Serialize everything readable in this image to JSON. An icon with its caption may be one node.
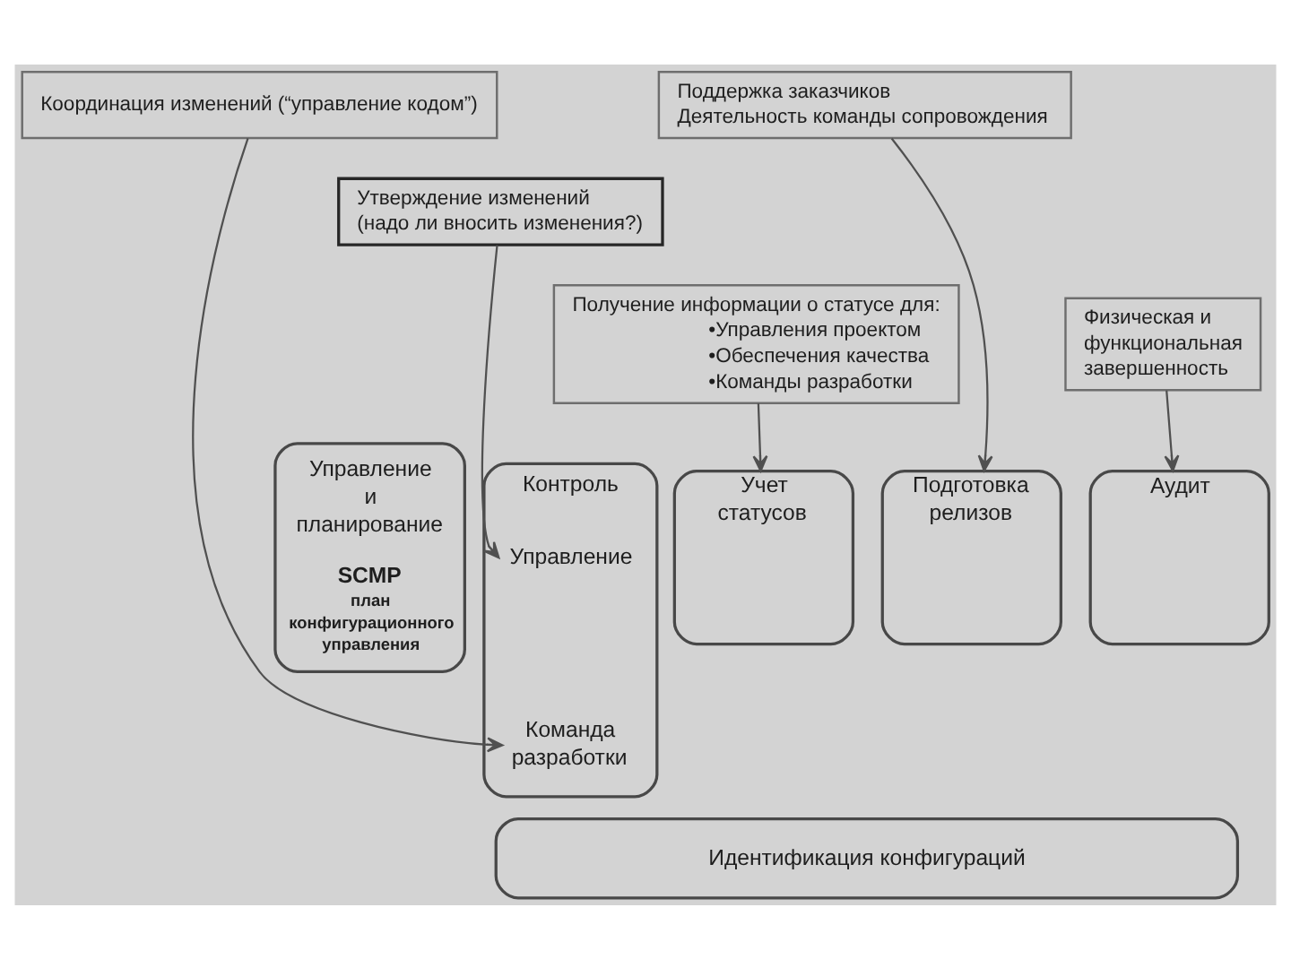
{
  "diagram": {
    "nodes": [
      {
        "text": [
          "Координация изменений (“управление кодом”)"
        ]
      },
      {
        "text": [
          "Утверждение изменений",
          "(надо ли вносить изменения?)"
        ]
      },
      {
        "text": [
          "Получение информации о статусе для:",
          "•Управления проектом",
          "•Обеспечения качества",
          "•Команды разработки"
        ]
      },
      {
        "text": [
          "Поддержка заказчиков",
          "Деятельность команды сопровождения"
        ]
      },
      {
        "text": [
          "Физическая и функциональная завершенность"
        ]
      },
      {
        "text": [
          "Управление и планирование",
          "SCMP",
          "план конфигурационного управления"
        ]
      },
      {
        "text": [
          "Контроль"
        ]
      },
      {
        "text": [
          "Управление"
        ],
        "in": 6
      },
      {
        "text": [
          "Команда разработки"
        ],
        "in": 6
      },
      {
        "text": [
          "Учет статусов"
        ]
      },
      {
        "text": [
          "Подготовка релизов"
        ]
      },
      {
        "text": [
          "Аудит"
        ]
      },
      {
        "text": [
          "Идентификация конфигураций"
        ]
      }
    ],
    "edges": [
      {
        "from": 0,
        "to": 8,
        "arrow": "to"
      },
      {
        "from": 1,
        "to": 7,
        "arrow": "to"
      },
      {
        "from": 2,
        "to": 9,
        "arrow": "to"
      },
      {
        "from": 3,
        "to": 10,
        "arrow": "to"
      },
      {
        "from": 4,
        "to": 11,
        "arrow": "to"
      }
    ]
  }
}
